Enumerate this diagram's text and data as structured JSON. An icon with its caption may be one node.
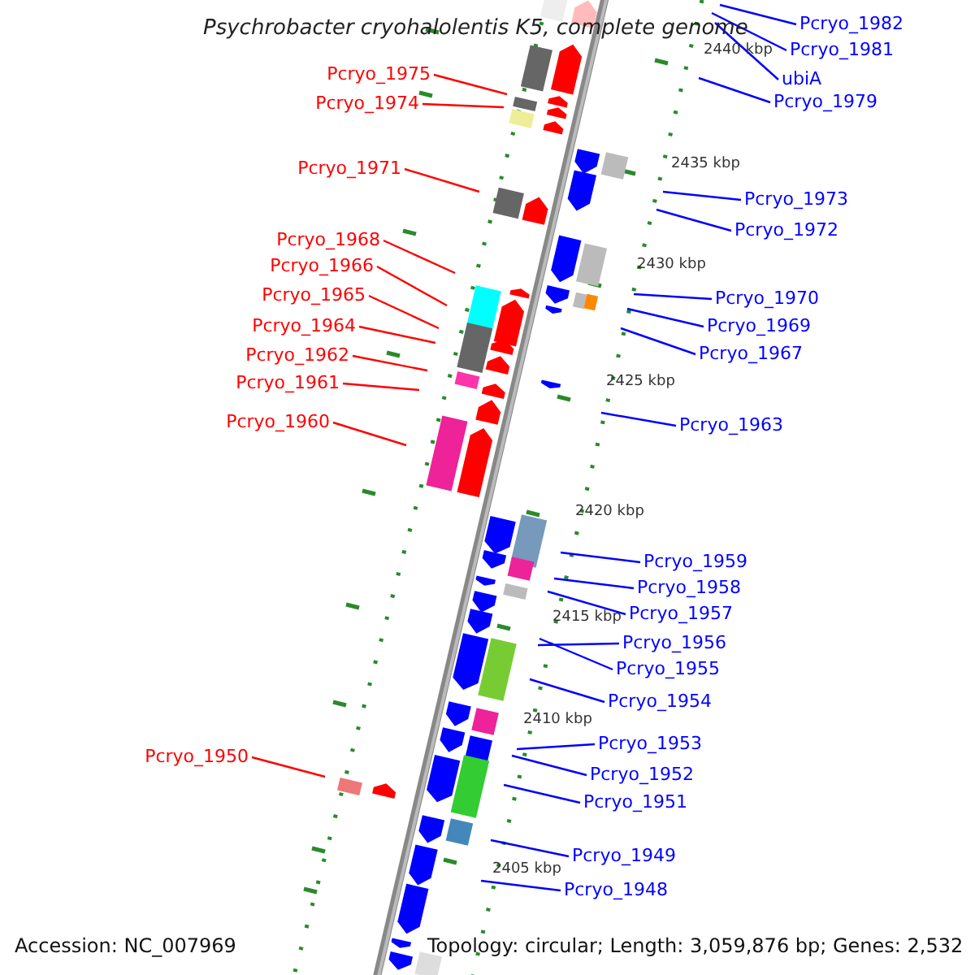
{
  "diagram": {
    "title": "Psychrobacter cryohalolentis K5, complete genome",
    "nodes": [
      {
        "text": [
          "Pcryo_1982"
        ]
      },
      {
        "text": [
          "Pcryo_1981"
        ]
      },
      {
        "text": [
          "Pcryo_1975"
        ]
      },
      {
        "text": [
          "ubiA"
        ]
      },
      {
        "text": [
          "Pcryo_1979"
        ]
      },
      {
        "text": [
          "Pcryo_1974"
        ]
      },
      {
        "text": [
          "Pcryo_1971"
        ]
      },
      {
        "text": [
          "Pcryo_1973"
        ]
      },
      {
        "text": [
          "Pcryo_1972"
        ]
      },
      {
        "text": [
          "Pcryo_1968"
        ]
      },
      {
        "text": [
          "Pcryo_1966"
        ]
      },
      {
        "text": [
          "Pcryo_1965"
        ]
      },
      {
        "text": [
          "Pcryo_1970"
        ]
      },
      {
        "text": [
          "Pcryo_1964"
        ]
      },
      {
        "text": [
          "Pcryo_1969"
        ]
      },
      {
        "text": [
          "Pcryo_1967"
        ]
      },
      {
        "text": [
          "Pcryo_1962"
        ]
      },
      {
        "text": [
          "Pcryo_1961"
        ]
      },
      {
        "text": [
          "Pcryo_1960"
        ]
      },
      {
        "text": [
          "Pcryo_1963"
        ]
      },
      {
        "text": [
          "Pcryo_1959"
        ]
      },
      {
        "text": [
          "Pcryo_1958"
        ]
      },
      {
        "text": [
          "Pcryo_1957"
        ]
      },
      {
        "text": [
          "Pcryo_1956"
        ]
      },
      {
        "text": [
          "Pcryo_1955"
        ]
      },
      {
        "text": [
          "Pcryo_1954"
        ]
      },
      {
        "text": [
          "Pcryo_1953"
        ]
      },
      {
        "text": [
          "Pcryo_1950"
        ]
      },
      {
        "text": [
          "Pcryo_1952"
        ]
      },
      {
        "text": [
          "Pcryo_1951"
        ]
      },
      {
        "text": [
          "Pcryo_1949"
        ]
      },
      {
        "text": [
          "Pcryo_1948"
        ]
      }
    ],
    "edges": [
      {
        "from": 0,
        "to": null,
        "arrow": "none"
      },
      {
        "from": 1,
        "to": null,
        "arrow": "none"
      },
      {
        "from": 2,
        "to": null,
        "arrow": "none",
        "color": "#ff0000"
      },
      {
        "from": 3,
        "to": null,
        "arrow": "none"
      },
      {
        "from": 4,
        "to": null,
        "arrow": "none"
      },
      {
        "from": 5,
        "to": null,
        "arrow": "none",
        "color": "#ff0000"
      },
      {
        "from": 6,
        "to": null,
        "arrow": "none",
        "color": "#ff0000"
      },
      {
        "from": 7,
        "to": null,
        "arrow": "none"
      },
      {
        "from": 8,
        "to": null,
        "arrow": "none"
      },
      {
        "from": 9,
        "to": null,
        "arrow": "none",
        "color": "#ff0000"
      },
      {
        "from": 10,
        "to": null,
        "arrow": "none",
        "color": "#ff0000"
      },
      {
        "from": 11,
        "to": null,
        "arrow": "none",
        "color": "#ff0000"
      },
      {
        "from": 12,
        "to": null,
        "arrow": "none"
      },
      {
        "from": 13,
        "to": null,
        "arrow": "none",
        "color": "#ff0000"
      },
      {
        "from": 14,
        "to": null,
        "arrow": "none"
      },
      {
        "from": 15,
        "to": null,
        "arrow": "none"
      },
      {
        "from": 16,
        "to": null,
        "arrow": "none",
        "color": "#ff0000"
      },
      {
        "from": 17,
        "to": null,
        "arrow": "none",
        "color": "#ff0000"
      },
      {
        "from": 18,
        "to": null,
        "arrow": "none",
        "color": "#ff0000"
      },
      {
        "from": 19,
        "to": null,
        "arrow": "none"
      },
      {
        "from": 20,
        "to": null,
        "arrow": "none"
      },
      {
        "from": 21,
        "to": null,
        "arrow": "none"
      },
      {
        "from": 22,
        "to": null,
        "arrow": "none"
      },
      {
        "from": 23,
        "to": null,
        "arrow": "none"
      },
      {
        "from": 24,
        "to": null,
        "arrow": "none"
      },
      {
        "from": 25,
        "to": null,
        "arrow": "none"
      },
      {
        "from": 26,
        "to": null,
        "arrow": "none"
      },
      {
        "from": 27,
        "to": null,
        "arrow": "none",
        "color": "#ff0000"
      },
      {
        "from": 28,
        "to": null,
        "arrow": "none"
      },
      {
        "from": 29,
        "to": null,
        "arrow": "none"
      },
      {
        "from": 30,
        "to": null,
        "arrow": "none"
      },
      {
        "from": 31,
        "to": null,
        "arrow": "none"
      }
    ],
    "labels": [
      "2440 kbp",
      "2435 kbp",
      "2430 kbp",
      "2425 kbp",
      "2420 kbp",
      "2415 kbp",
      "2410 kbp",
      "2405 kbp",
      "Accession: NC_007969",
      "Topology: circular; Length: 3,059,876 bp; Genes: 2,532"
    ]
  }
}
